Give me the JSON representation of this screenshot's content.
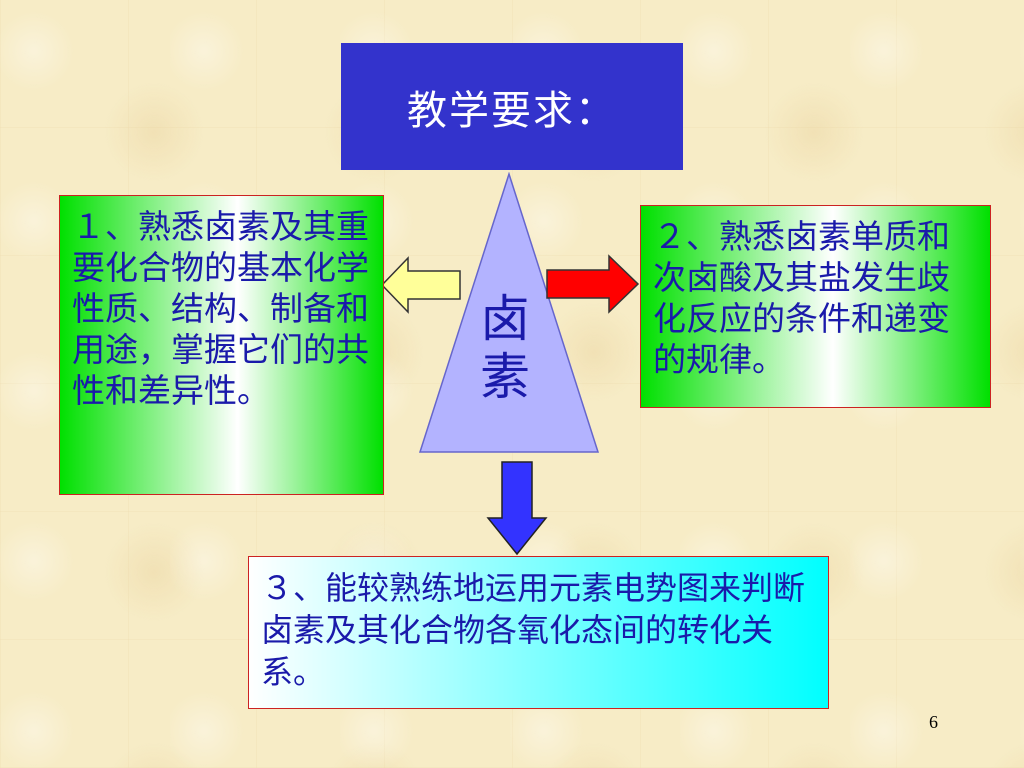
{
  "title": "教学要求：",
  "center_label": "卤素",
  "requirement_1": "１、熟悉卤素及其重要化合物的基本化学性质、结构、制备和用途，掌握它们的共性和差异性。",
  "requirement_2": "２、熟悉卤素单质和次卤酸及其盐发生歧化反应的条件和递变的规律。",
  "requirement_3": "３、能较熟练地运用元素电势图来判断卤素及其化合物各氧化态间的转化关系。",
  "page_number": "6",
  "colors": {
    "title_bg": "#3333cc",
    "text": "#1a1aaa",
    "triangle_fill": "#b3b3ff",
    "arrow_left": "#ffff99",
    "arrow_right": "#ff0000",
    "arrow_down": "#3333ff"
  }
}
